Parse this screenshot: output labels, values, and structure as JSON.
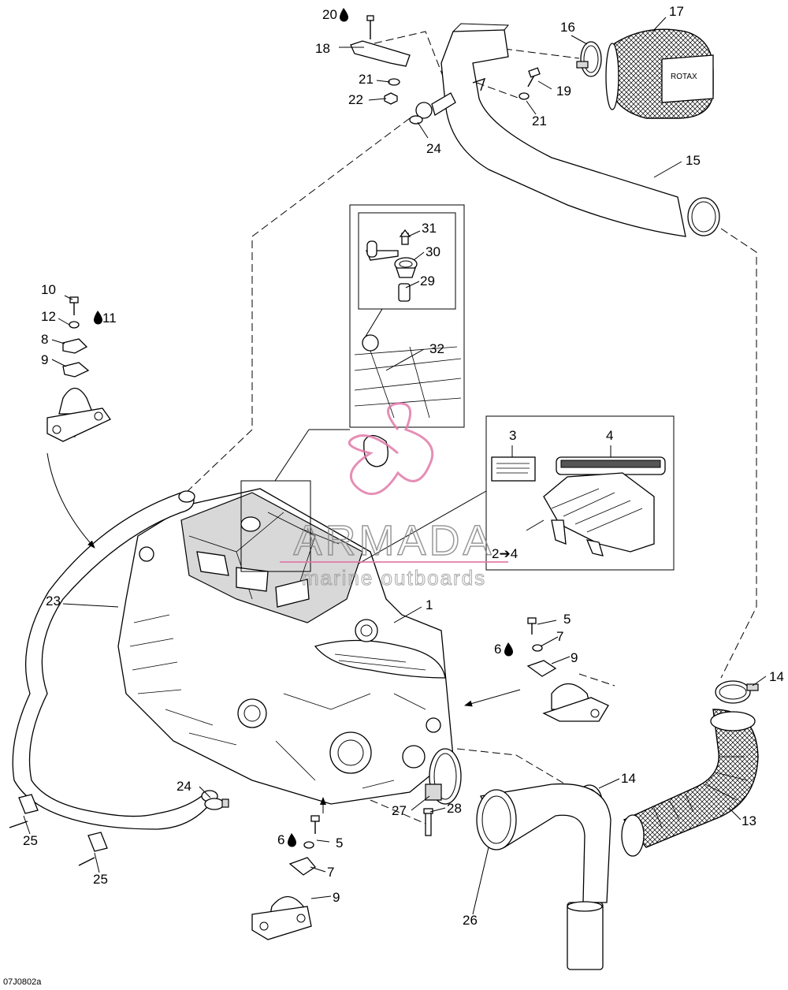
{
  "figure_code": "07J0802a",
  "watermark": {
    "brand": "ARMADA",
    "tagline": "marine outboards",
    "accent_color": "#e07aa8",
    "text_color": "#999999"
  },
  "filter_brand": "ROTAX",
  "callouts": [
    {
      "id": "c1",
      "label": "1"
    },
    {
      "id": "c3",
      "label": "3"
    },
    {
      "id": "c4",
      "label": "4"
    },
    {
      "id": "c2to4",
      "label": "2➔4"
    },
    {
      "id": "c5a",
      "label": "5"
    },
    {
      "id": "c5b",
      "label": "5"
    },
    {
      "id": "c6a",
      "label": "6"
    },
    {
      "id": "c6b",
      "label": "6"
    },
    {
      "id": "c7a",
      "label": "7"
    },
    {
      "id": "c7b",
      "label": "7"
    },
    {
      "id": "c8",
      "label": "8"
    },
    {
      "id": "c9a",
      "label": "9"
    },
    {
      "id": "c9b",
      "label": "9"
    },
    {
      "id": "c9c",
      "label": "9"
    },
    {
      "id": "c10",
      "label": "10"
    },
    {
      "id": "c11",
      "label": "11"
    },
    {
      "id": "c12",
      "label": "12"
    },
    {
      "id": "c13",
      "label": "13"
    },
    {
      "id": "c14a",
      "label": "14"
    },
    {
      "id": "c14b",
      "label": "14"
    },
    {
      "id": "c15",
      "label": "15"
    },
    {
      "id": "c16",
      "label": "16"
    },
    {
      "id": "c17",
      "label": "17"
    },
    {
      "id": "c18",
      "label": "18"
    },
    {
      "id": "c19",
      "label": "19"
    },
    {
      "id": "c20",
      "label": "20"
    },
    {
      "id": "c21a",
      "label": "21"
    },
    {
      "id": "c21b",
      "label": "21"
    },
    {
      "id": "c22",
      "label": "22"
    },
    {
      "id": "c23",
      "label": "23"
    },
    {
      "id": "c24a",
      "label": "24"
    },
    {
      "id": "c24b",
      "label": "24"
    },
    {
      "id": "c25a",
      "label": "25"
    },
    {
      "id": "c25b",
      "label": "25"
    },
    {
      "id": "c26",
      "label": "26"
    },
    {
      "id": "c27",
      "label": "27"
    },
    {
      "id": "c28",
      "label": "28"
    },
    {
      "id": "c29",
      "label": "29"
    },
    {
      "id": "c30",
      "label": "30"
    },
    {
      "id": "c31",
      "label": "31"
    },
    {
      "id": "c32",
      "label": "32"
    }
  ],
  "symbols": {
    "thread_locker": "drop-icon",
    "arrow": "arrow-icon"
  }
}
